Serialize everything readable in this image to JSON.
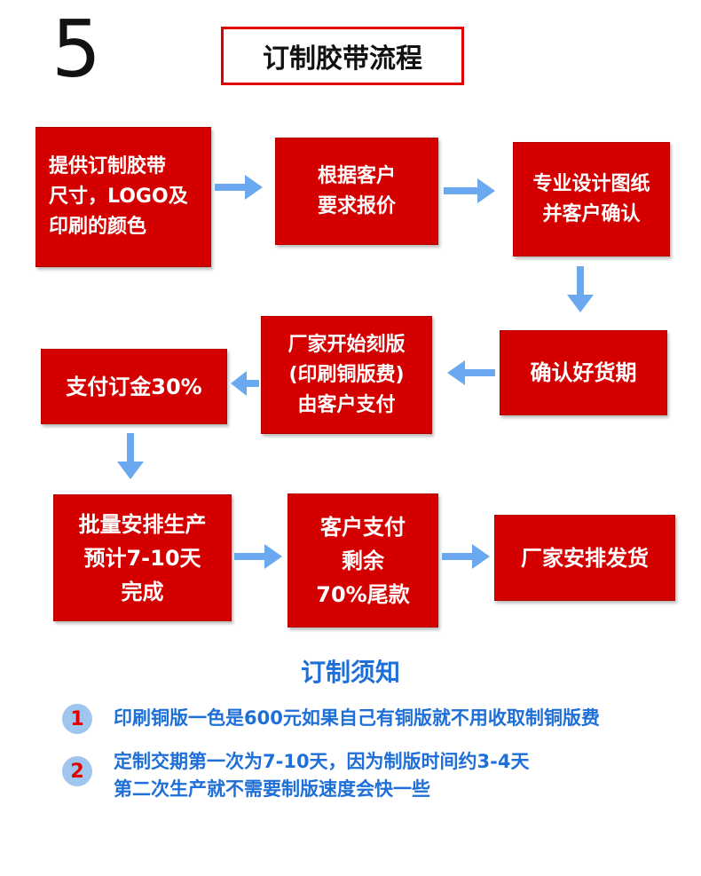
{
  "step_number": "5",
  "title": "订制胶带流程",
  "colors": {
    "box_red": "#d40000",
    "arrow_blue": "#6aa8ef",
    "note_blue": "#1e6fd8",
    "badge_bg": "#9fc6ee"
  },
  "steps": [
    {
      "lines": [
        "提供订制胶带",
        "尺寸，LOGO及",
        "印刷的颜色"
      ]
    },
    {
      "lines": [
        "根据客户",
        "要求报价"
      ]
    },
    {
      "lines": [
        "专业设计图纸",
        "并客户确认"
      ]
    },
    {
      "lines": [
        "确认好货期"
      ]
    },
    {
      "lines": [
        "厂家开始刻版",
        "(印刷铜版费)",
        "由客户支付"
      ]
    },
    {
      "lines": [
        "支付订金30%"
      ]
    },
    {
      "lines": [
        "批量安排生产",
        "预计7-10天",
        "完成"
      ]
    },
    {
      "lines": [
        "客户支付",
        "剩余",
        "70%尾款"
      ]
    },
    {
      "lines": [
        "厂家安排发货"
      ]
    }
  ],
  "notes_title": "订制须知",
  "notes": [
    {
      "badge": "1",
      "lines": [
        "印刷铜版一色是600元如果自己有铜版就不用收取制铜版费"
      ]
    },
    {
      "badge": "2",
      "lines": [
        "定制交期第一次为7-10天，因为制版时间约3-4天",
        "第二次生产就不需要制版速度会快一些"
      ]
    }
  ]
}
